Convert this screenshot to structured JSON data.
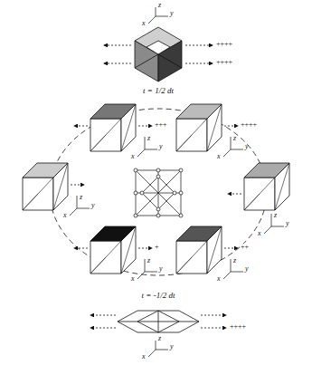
{
  "diagram": {
    "labels": [
      "z",
      "y",
      "x",
      "t = 1/2 dt",
      "++++",
      "++++",
      "z",
      "y",
      "x",
      "+++",
      "z",
      "y",
      "x",
      "++++",
      "z",
      "y",
      "x",
      "z",
      "y",
      "x",
      "z",
      "y",
      "x",
      "+",
      "z",
      "y",
      "x",
      "++",
      "t = -1/2 dt",
      "++++",
      "z",
      "y",
      "x"
    ]
  }
}
